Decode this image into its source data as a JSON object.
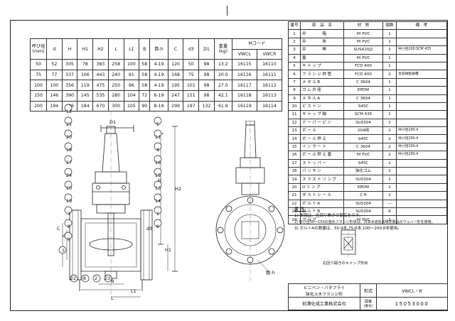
{
  "dimension_table": {
    "headers": [
      "呼び径\n(mm)",
      "d",
      "H",
      "H1",
      "H2",
      "L",
      "L1",
      "B",
      "数-h",
      "C",
      "d3",
      "D1",
      "重量\n(kg)",
      "Mコード"
    ],
    "mcode_sub": [
      "VWCL",
      "VWCR"
    ],
    "rows": [
      [
        "50",
        "52",
        "305",
        "78",
        "383",
        "258",
        "100",
        "58",
        "4-19",
        "120",
        "50",
        "98",
        "13.2",
        "16115",
        "16110"
      ],
      [
        "75",
        "77",
        "337",
        "106",
        "443",
        "240",
        "91",
        "58",
        "4-19",
        "168",
        "75",
        "98",
        "20.0",
        "16116",
        "16111"
      ],
      [
        "100",
        "100",
        "356",
        "119",
        "475",
        "250",
        "96",
        "58",
        "4-19",
        "195",
        "101",
        "98",
        "27.0",
        "16117",
        "16112"
      ],
      [
        "150",
        "146",
        "390",
        "145",
        "535",
        "280",
        "104",
        "72",
        "6-19",
        "247",
        "151",
        "98",
        "42.1",
        "16118",
        "16113"
      ],
      [
        "200",
        "194",
        "486",
        "184",
        "670",
        "300",
        "105",
        "90",
        "8-19",
        "299",
        "197",
        "132",
        "61.9",
        "16119",
        "16114"
      ]
    ]
  },
  "parts_table": {
    "headers": [
      "番号",
      "部　品　名",
      "材　質",
      "個数",
      "備　考"
    ],
    "rows": [
      [
        "1",
        "弁　　　箱",
        "HI PVC",
        "1",
        ""
      ],
      [
        "2",
        "弁　　　体",
        "HI PVC",
        "1",
        ""
      ],
      [
        "3",
        "弁　　　棒",
        "SUS420J2",
        "1",
        "呼び径200:SCM 435"
      ],
      [
        "4",
        "蓋",
        "HI PVC",
        "1",
        ""
      ],
      [
        "5",
        "キャップ",
        "FCD 400",
        "1",
        ""
      ],
      [
        "6",
        "フランジ押管",
        "FCD 400",
        "2",
        "合成樹脂被覆"
      ],
      [
        "7",
        "メタルB",
        "C 3604",
        "1",
        ""
      ],
      [
        "8",
        "ゴム弁座",
        "EPDM",
        "1",
        ""
      ],
      [
        "9",
        "メタルA",
        "C 3604",
        "1",
        ""
      ],
      [
        "10",
        "ピストン",
        "S45C",
        "1",
        ""
      ],
      [
        "11",
        "キャップ軸",
        "SCM 435",
        "1",
        ""
      ],
      [
        "12",
        "テーパーピン",
        "SUS304",
        "1",
        ""
      ],
      [
        "13",
        "ボール",
        "204用",
        "2",
        "呼び径200:4"
      ],
      [
        "14",
        "ボール押え",
        "S45C",
        "2",
        "呼び径200:4"
      ],
      [
        "15",
        "インサート",
        "C 3604",
        "2",
        "呼び径200:4"
      ],
      [
        "16",
        "ボール押え蓋",
        "HI PVC",
        "2",
        "呼び径200:4"
      ],
      [
        "17",
        "ストッパー",
        "S45C",
        "1",
        ""
      ],
      [
        "18",
        "パッキン",
        "強化ゴム",
        "1",
        ""
      ],
      [
        "19",
        "スラストリング",
        "SUS304",
        "1",
        ""
      ],
      [
        "20",
        "Oリング",
        "EPDM",
        "1",
        ""
      ],
      [
        "21",
        "ダストシール",
        "C R",
        "1",
        ""
      ],
      [
        "22",
        "ボルトA",
        "SUS304",
        "—",
        ""
      ],
      [
        "23",
        "ボルトB",
        "SUS304",
        "6",
        ""
      ],
      [
        "24",
        "プラグ",
        "HI PVC",
        "1",
        ""
      ]
    ]
  },
  "notes": {
    "heading": "備考",
    "items": [
      "1) 本図は、左回り開きの製品を示す。",
      "2) 呼び径50～150の強化フランジ形状は、日本水道協会規定製品のウェハー形を使用。",
      "3) ボルトAの数量は、50:4本,75:6本,100～200:8本使用。"
    ]
  },
  "cap_caption": "右回り開きのキャップ形状",
  "drawing_labels": {
    "callouts_left": [
      "12",
      "21",
      "20",
      "18",
      "17",
      "24",
      "10",
      "19",
      "7",
      "8",
      "9",
      "3"
    ],
    "callouts_bottom": [
      "22",
      "8",
      "2",
      "23"
    ],
    "callouts_right": [
      "5",
      "11",
      "4",
      "16",
      "15",
      "13",
      "14",
      "1",
      "6"
    ],
    "dims": [
      "D1",
      "H",
      "H2",
      "H1",
      "C",
      "d",
      "d3",
      "B",
      "L",
      "L1",
      "数-h"
    ]
  },
  "title_block": {
    "name_line1": "ビニペン・バタフライ",
    "name_line2": "強化上水フランジ形",
    "model_label": "形式",
    "model": "VWCL・R",
    "code_label": "図番",
    "code_label2": "(番号)",
    "code": "15053000",
    "company": "前澤化成工業株式会社"
  }
}
